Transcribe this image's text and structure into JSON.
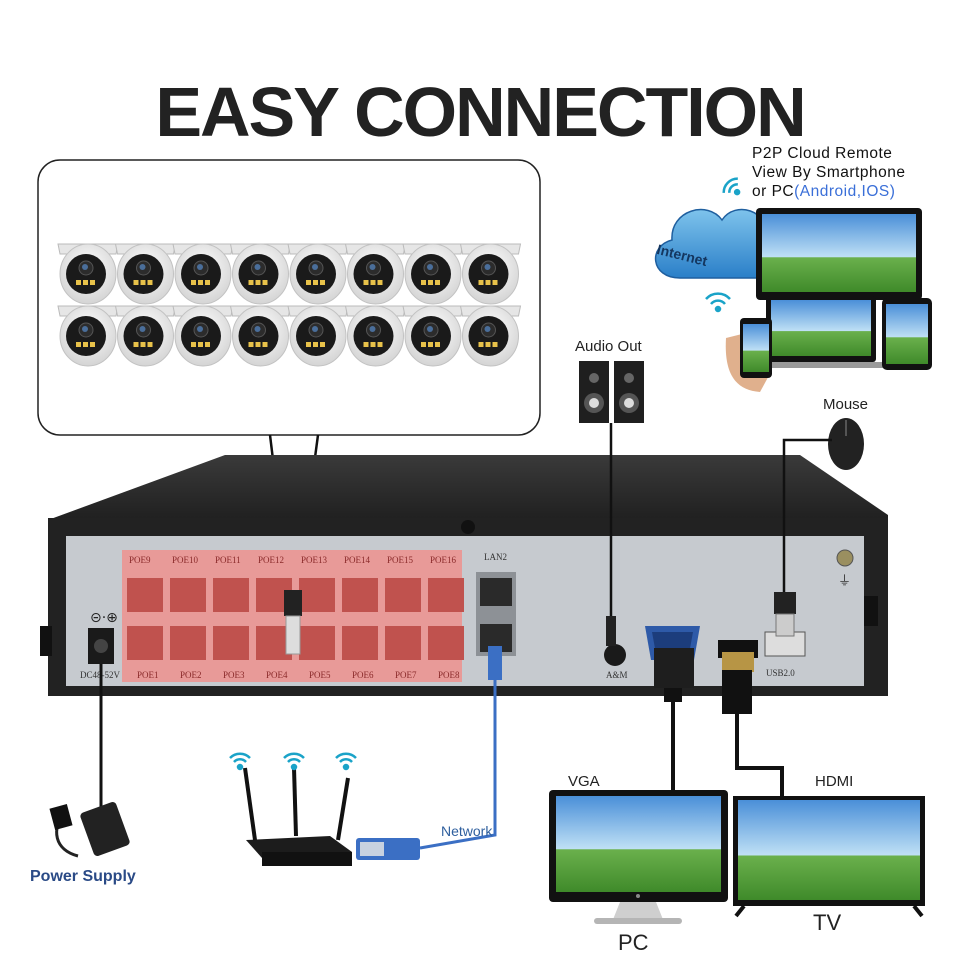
{
  "title": "EASY CONNECTION",
  "p2p": {
    "line1": "P2P Cloud Remote",
    "line2": "View By Smartphone",
    "line3_prefix": "or PC",
    "line3_highlight": "(Android,IOS)"
  },
  "cloud_label": "Internet",
  "labels": {
    "audio_out": "Audio Out",
    "mouse": "Mouse",
    "vga": "VGA",
    "hdmi": "HDMI",
    "pc": "PC",
    "tv": "TV",
    "network": "Network",
    "power_supply": "Power Supply"
  },
  "nvr": {
    "top_ports": [
      "POE9",
      "POE10",
      "POE11",
      "POE12",
      "POE13",
      "POE14",
      "POE15",
      "POE16"
    ],
    "bottom_ports": [
      "POE1",
      "POE2",
      "POE3",
      "POE4",
      "POE5",
      "POE6",
      "POE7",
      "POE8"
    ],
    "lan": "LAN2",
    "dc": "DC48-52V",
    "audio_port": "A&M",
    "usb": "USB2.0"
  },
  "camera_count": 16,
  "colors": {
    "poe_panel": "#e89a98",
    "nvr_body": "#2b2b2b",
    "network_cable": "#3b6fc4",
    "power_label": "#2a4a86"
  }
}
